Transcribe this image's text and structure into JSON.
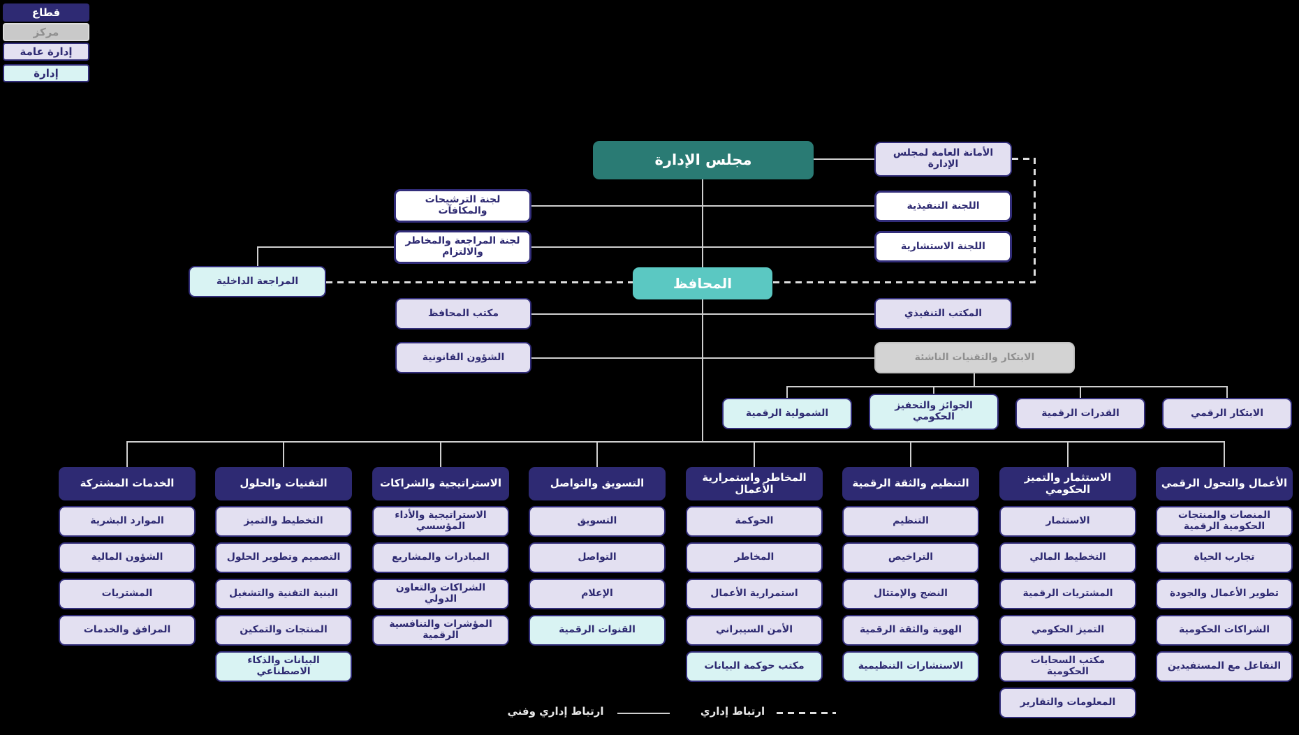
{
  "colors": {
    "background": "#000000",
    "navy": "#2e2a73",
    "teal_board": "#2a7b74",
    "turquoise_governor": "#5bc8c2",
    "lavender_general_dept": "#e3e0f1",
    "cyan_dept": "#d9f3f3",
    "white_committee": "#ffffff",
    "gray_center": "#d3d3d3",
    "line": "#cfcfcf"
  },
  "legend": {
    "items": [
      {
        "label": "قطاع",
        "type": "sector"
      },
      {
        "label": "مركز",
        "type": "center"
      },
      {
        "label": "إدارة عامة",
        "type": "general"
      },
      {
        "label": "إدارة",
        "type": "admin"
      }
    ]
  },
  "top": {
    "board": "مجلس الإدارة",
    "secretariat": "الأمانة العامة لمجلس الإدارة",
    "nominations_committee": "لجنة الترشيحات والمكافآت",
    "audit_risk_committee": "لجنة المراجعة والمخاطر والالتزام",
    "executive_committee": "اللجنة التنفيذية",
    "advisory_committee": "اللجنة الاستشارية",
    "internal_audit": "المراجعة الداخلية",
    "governor": "المحافظ",
    "governor_office": "مكتب المحافظ",
    "executive_office": "المكتب التنفيذي",
    "legal_affairs": "الشؤون القانونية",
    "innovation_center": "الابتكار والتقنيات الناشئة"
  },
  "innovation_children": [
    {
      "label": "الشمولية الرقمية",
      "type": "cyan"
    },
    {
      "label": "الجوائز والتحفيز الحكومي",
      "type": "cyan"
    },
    {
      "label": "القدرات الرقمية",
      "type": "lavender"
    },
    {
      "label": "الابتكار الرقمي",
      "type": "lavender"
    }
  ],
  "columns": [
    {
      "header": "الخدمات المشتركة",
      "items": [
        {
          "label": "الموارد البشرية",
          "type": "lavender"
        },
        {
          "label": "الشؤون المالية",
          "type": "lavender"
        },
        {
          "label": "المشتريات",
          "type": "lavender"
        },
        {
          "label": "المرافق والخدمات",
          "type": "lavender"
        }
      ]
    },
    {
      "header": "التقنيات والحلول",
      "items": [
        {
          "label": "التخطيط والتميز",
          "type": "lavender"
        },
        {
          "label": "التصميم وتطوير الحلول",
          "type": "lavender"
        },
        {
          "label": "البنية التقنية والتشغيل",
          "type": "lavender"
        },
        {
          "label": "المنتجات والتمكين",
          "type": "lavender"
        },
        {
          "label": "البيانات والذكاء الاصطناعي",
          "type": "cyan"
        }
      ]
    },
    {
      "header": "الاستراتيجية والشراكات",
      "items": [
        {
          "label": "الاستراتيجية والأداء المؤسسي",
          "type": "lavender"
        },
        {
          "label": "المبادرات والمشاريع",
          "type": "lavender"
        },
        {
          "label": "الشراكات والتعاون الدولي",
          "type": "lavender"
        },
        {
          "label": "المؤشرات والتنافسية الرقمية",
          "type": "lavender"
        }
      ]
    },
    {
      "header": "التسويق والتواصل",
      "items": [
        {
          "label": "التسويق",
          "type": "lavender"
        },
        {
          "label": "التواصل",
          "type": "lavender"
        },
        {
          "label": "الإعلام",
          "type": "lavender"
        },
        {
          "label": "القنوات الرقمية",
          "type": "cyan"
        }
      ]
    },
    {
      "header": "المخاطر واستمرارية الأعمال",
      "items": [
        {
          "label": "الحوكمة",
          "type": "lavender"
        },
        {
          "label": "المخاطر",
          "type": "lavender"
        },
        {
          "label": "استمرارية الأعمال",
          "type": "lavender"
        },
        {
          "label": "الأمن السيبراني",
          "type": "lavender"
        },
        {
          "label": "مكتب حوكمة البيانات",
          "type": "cyan"
        }
      ]
    },
    {
      "header": "التنظيم والثقة الرقمية",
      "items": [
        {
          "label": "التنظيم",
          "type": "lavender"
        },
        {
          "label": "التراخيص",
          "type": "lavender"
        },
        {
          "label": "النضج والإمتثال",
          "type": "lavender"
        },
        {
          "label": "الهوية والثقة الرقمية",
          "type": "lavender"
        },
        {
          "label": "الاستشارات التنظيمية",
          "type": "cyan"
        }
      ]
    },
    {
      "header": "الاستثمار والتميز الحكومي",
      "items": [
        {
          "label": "الاستثمار",
          "type": "lavender"
        },
        {
          "label": "التخطيط المالي",
          "type": "lavender"
        },
        {
          "label": "المشتريات الرقمية",
          "type": "lavender"
        },
        {
          "label": "التميز الحكومي",
          "type": "lavender"
        },
        {
          "label": "مكتب السحابات الحكومية",
          "type": "lavender"
        },
        {
          "label": "المعلومات والتقارير",
          "type": "lavender"
        }
      ]
    },
    {
      "header": "الأعمال والتحول الرقمي",
      "items": [
        {
          "label": "المنصات والمنتجات الحكومية الرقمية",
          "type": "lavender"
        },
        {
          "label": "تجارب الحياة",
          "type": "lavender"
        },
        {
          "label": "تطوير الأعمال والجودة",
          "type": "lavender"
        },
        {
          "label": "الشراكات الحكومية",
          "type": "lavender"
        },
        {
          "label": "التفاعل مع المستفيدين",
          "type": "lavender"
        }
      ]
    }
  ],
  "footer": {
    "solid_label": "ارتباط إداري وفني",
    "dashed_label": "ارتباط إداري"
  }
}
